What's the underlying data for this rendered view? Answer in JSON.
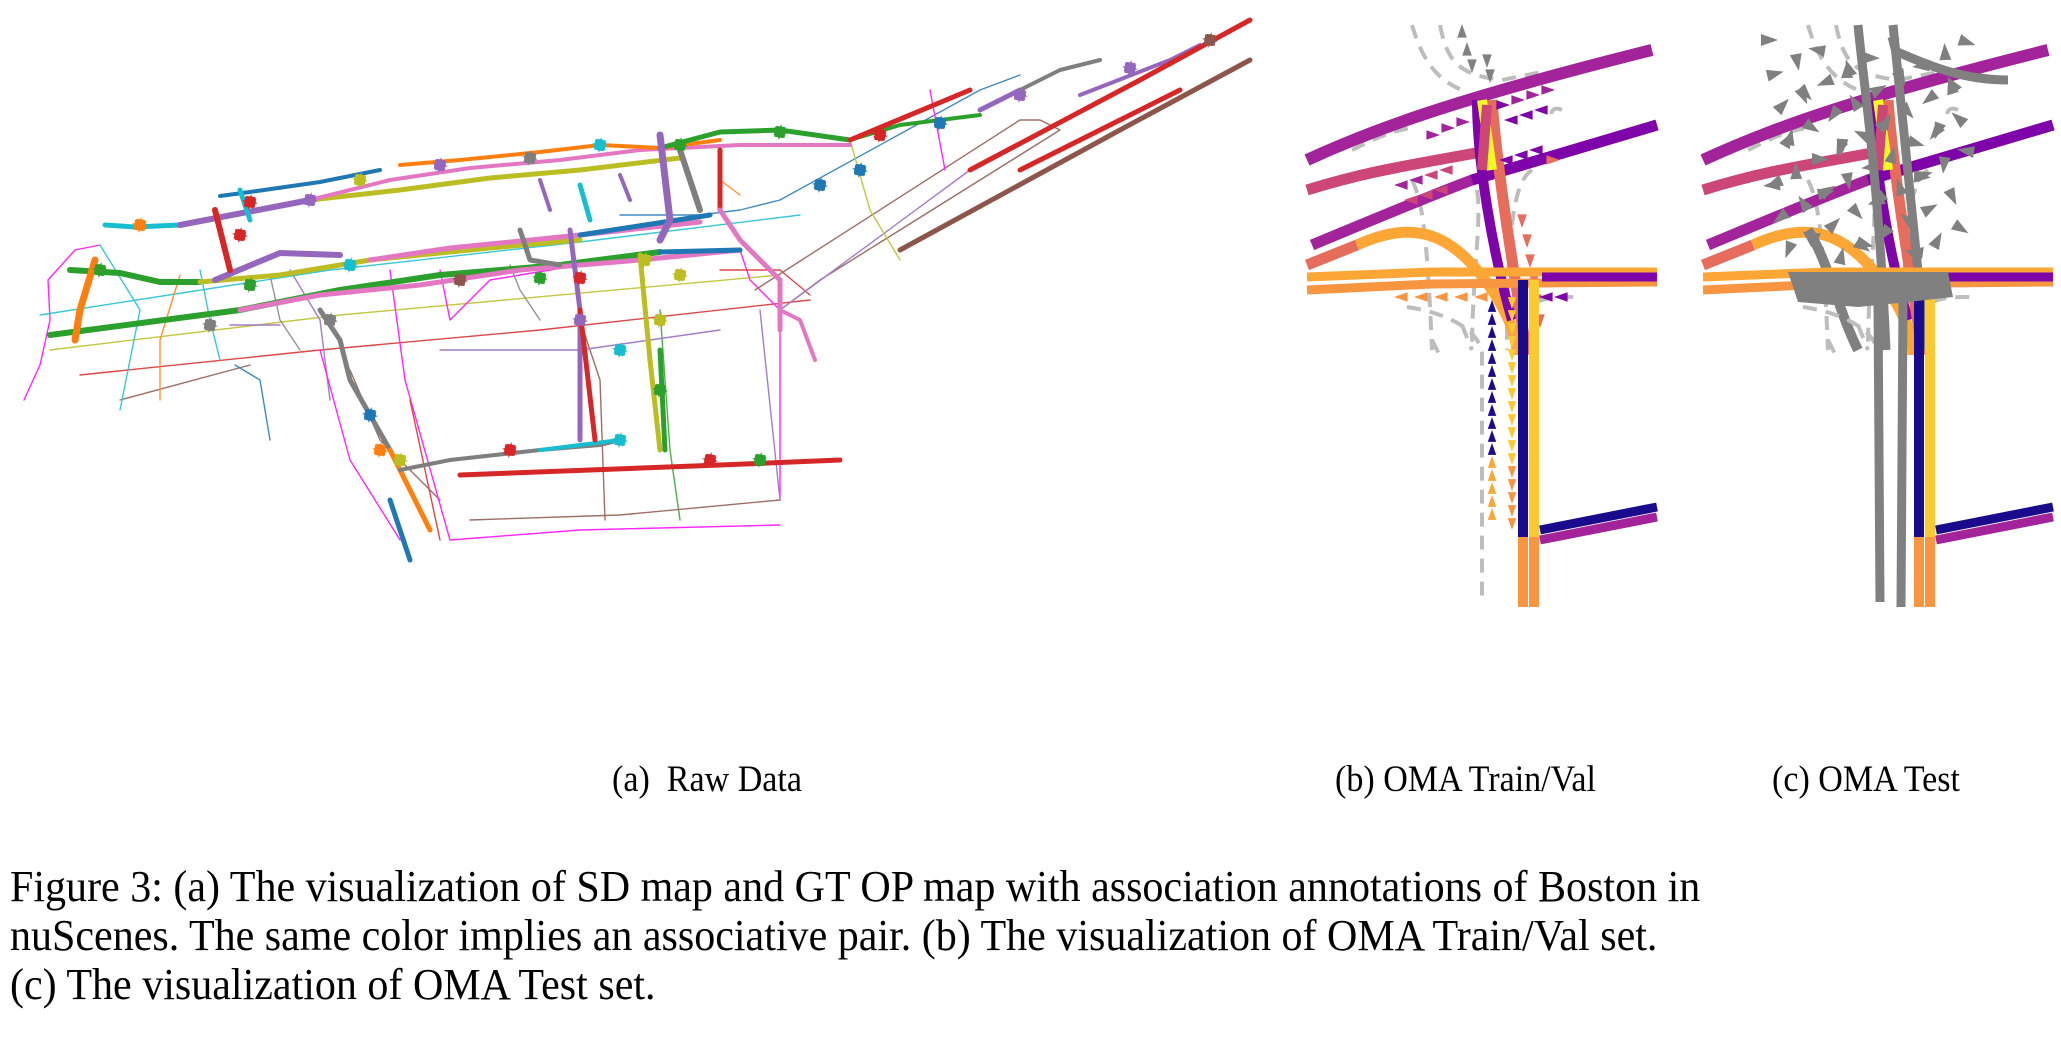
{
  "figure": {
    "number": "Figure 3",
    "subfigures": [
      {
        "id": "a",
        "label": "(a)  Raw Data",
        "content": "SD map and GT OP map with association annotations, Boston, nuScenes"
      },
      {
        "id": "b",
        "label": "(b) OMA Train/Val",
        "content": "Intersection example from OMA Train/Val set"
      },
      {
        "id": "c",
        "label": "(c) OMA Test",
        "content": "Intersection example from OMA Test set"
      }
    ],
    "caption_lines": [
      "Figure 3: (a) The visualization of SD map and GT OP map with association annotations of Boston in",
      "nuScenes. The same color implies an associative pair. (b) The visualization of OMA Train/Val set.",
      "(c) The visualization of OMA Test set."
    ]
  },
  "palette": {
    "tab": [
      "#1f77b4",
      "#ff7f0e",
      "#2ca02c",
      "#d62728",
      "#9467bd",
      "#8c564b",
      "#e377c2",
      "#7f7f7f",
      "#bcbd22",
      "#17becf"
    ],
    "thin_sd": [
      "#ff00ff",
      "#17becf",
      "#d62728",
      "#8c564b",
      "#bcbd22",
      "#2ca02c",
      "#9467bd",
      "#1f77b4",
      "#ff7f0e",
      "#7f7f7f"
    ],
    "plasma": {
      "navy": "#1a0b8c",
      "purple": "#7e03a8",
      "magenta": "#a2239a",
      "pink": "#cc4778",
      "coral": "#e66c5c",
      "orange": "#f89540",
      "amber": "#fca636",
      "yellow": "#f0f921"
    },
    "dashed_boundary": "#bdbdbd",
    "test_gray": "#808080"
  }
}
